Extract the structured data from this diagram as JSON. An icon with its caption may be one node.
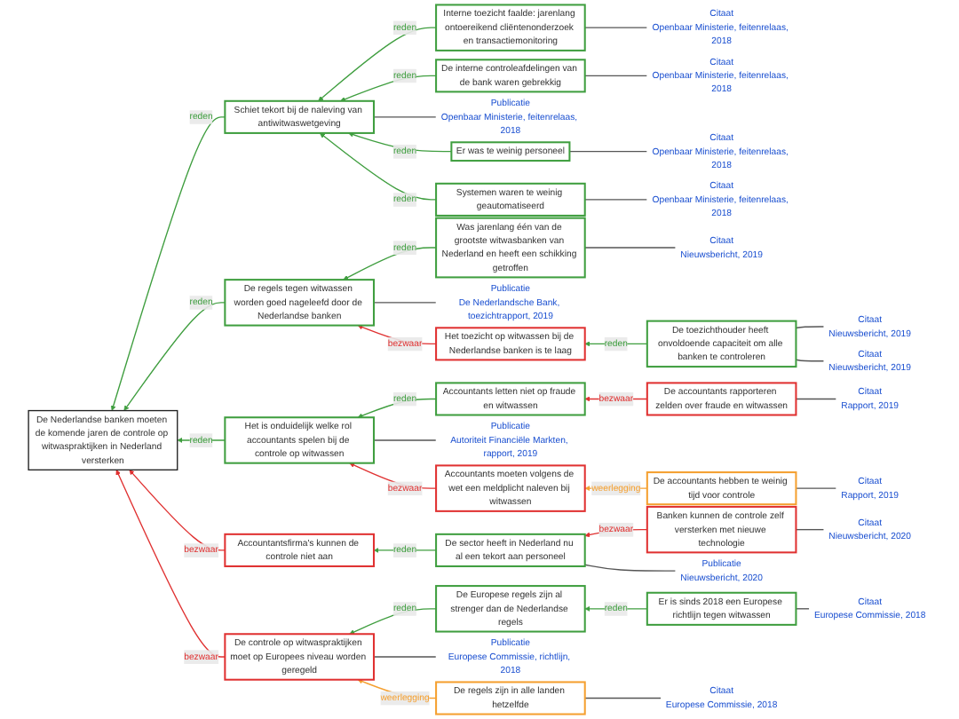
{
  "diagram": {
    "nodes": [
      {
        "text": [
          "De Nederlandse banken moeten de komende jaren de controle op witwaspraktijken in Nederland versterken"
        ]
      },
      {
        "text": [
          "Schiet tekort bij de naleving van antiwitwaswetgeving"
        ]
      },
      {
        "text": [
          "Interne toezicht faalde: jarenlang ontoereikend cliëntenonderzoek en transactiemonitoring"
        ]
      },
      {
        "text": [
          "De interne controleafdelingen van de bank waren gebrekkig"
        ]
      },
      {
        "text": [
          "Publicatie",
          "Openbaar Ministerie, feitenrelaas, 2018"
        ]
      },
      {
        "text": [
          "Er was te weinig personeel"
        ]
      },
      {
        "text": [
          "Systemen waren te weinig geautomatiseerd"
        ]
      },
      {
        "text": [
          "Citaat",
          "Openbaar Ministerie, feitenrelaas, 2018"
        ]
      },
      {
        "text": [
          "Citaat",
          "Openbaar Ministerie, feitenrelaas, 2018"
        ]
      },
      {
        "text": [
          "Citaat",
          "Openbaar Ministerie, feitenrelaas, 2018"
        ]
      },
      {
        "text": [
          "Citaat",
          "Openbaar Ministerie, feitenrelaas, 2018"
        ]
      },
      {
        "text": [
          "De regels tegen witwassen worden goed nageleefd door de Nederlandse banken"
        ]
      },
      {
        "text": [
          "Was jarenlang één van de grootste witwasbanken van Nederland en heeft een schikking getroffen"
        ]
      },
      {
        "text": [
          "Publicatie",
          "De Nederlandsche Bank, toezichtrapport, 2019"
        ]
      },
      {
        "text": [
          "Het toezicht op witwassen bij de Nederlandse banken is te laag"
        ]
      },
      {
        "text": [
          "Citaat",
          "Nieuwsbericht, 2019"
        ]
      },
      {
        "text": [
          "De toezichthouder heeft onvoldoende capaciteit om alle banken te controleren"
        ]
      },
      {
        "text": [
          "Citaat",
          "Nieuwsbericht, 2019"
        ]
      },
      {
        "text": [
          "Citaat",
          "Nieuwsbericht, 2019"
        ]
      },
      {
        "text": [
          "Het is onduidelijk welke rol accountants spelen bij de controle op witwassen"
        ]
      },
      {
        "text": [
          "Accountants letten niet op fraude en witwassen"
        ]
      },
      {
        "text": [
          "Publicatie",
          "Autoriteit Financiële Markten, rapport, 2019"
        ]
      },
      {
        "text": [
          "Accountants moeten volgens de wet een meldplicht naleven bij witwassen"
        ]
      },
      {
        "text": [
          "De accountants rapporteren zelden over fraude en witwassen"
        ]
      },
      {
        "text": [
          "De accountants hebben te weinig tijd voor controle"
        ]
      },
      {
        "text": [
          "Citaat",
          "Rapport, 2019"
        ]
      },
      {
        "text": [
          "Citaat",
          "Rapport, 2019"
        ]
      },
      {
        "text": [
          "Accountantsfirma's kunnen de controle niet aan"
        ]
      },
      {
        "text": [
          "De sector heeft in Nederland nu al een tekort aan personeel"
        ]
      },
      {
        "text": [
          "Banken kunnen de controle zelf versterken met nieuwe technologie"
        ]
      },
      {
        "text": [
          "Publicatie",
          "Nieuwsbericht, 2020"
        ]
      },
      {
        "text": [
          "Citaat",
          "Nieuwsbericht, 2020"
        ]
      },
      {
        "text": [
          "De controle op witwaspraktijken moet op Europees niveau worden geregeld"
        ]
      },
      {
        "text": [
          "De Europese regels zijn al strenger dan de Nederlandse regels"
        ]
      },
      {
        "text": [
          "Publicatie",
          "Europese Commissie, richtlijn, 2018"
        ]
      },
      {
        "text": [
          "De regels zijn in alle landen hetzelfde"
        ]
      },
      {
        "text": [
          "Er is sinds 2018 een Europese richtlijn tegen witwassen"
        ]
      },
      {
        "text": [
          "Citaat",
          "Europese Commissie, 2018"
        ]
      },
      {
        "text": [
          "Citaat",
          "Europese Commissie, 2018"
        ]
      }
    ],
    "edges": [
      {
        "from": 1,
        "to": 0,
        "arrow": "to",
        "label": "reden",
        "color": "#3f9e3f"
      },
      {
        "from": 2,
        "to": 1,
        "arrow": "to",
        "label": "reden",
        "color": "#3f9e3f"
      },
      {
        "from": 3,
        "to": 1,
        "arrow": "to",
        "label": "reden",
        "color": "#3f9e3f"
      },
      {
        "from": 4,
        "to": 1,
        "arrow": "none"
      },
      {
        "from": 5,
        "to": 1,
        "arrow": "to",
        "label": "reden",
        "color": "#3f9e3f"
      },
      {
        "from": 6,
        "to": 1,
        "arrow": "to",
        "label": "reden",
        "color": "#3f9e3f"
      },
      {
        "from": 7,
        "to": 2,
        "arrow": "none"
      },
      {
        "from": 8,
        "to": 3,
        "arrow": "none"
      },
      {
        "from": 9,
        "to": 5,
        "arrow": "none"
      },
      {
        "from": 10,
        "to": 6,
        "arrow": "none"
      },
      {
        "from": 11,
        "to": 0,
        "arrow": "to",
        "label": "reden",
        "color": "#3f9e3f"
      },
      {
        "from": 12,
        "to": 11,
        "arrow": "to",
        "label": "reden",
        "color": "#3f9e3f"
      },
      {
        "from": 13,
        "to": 11,
        "arrow": "none"
      },
      {
        "from": 14,
        "to": 11,
        "arrow": "to",
        "label": "bezwaar",
        "color": "#e03131"
      },
      {
        "from": 15,
        "to": 12,
        "arrow": "none"
      },
      {
        "from": 16,
        "to": 14,
        "arrow": "to",
        "label": "reden",
        "color": "#3f9e3f"
      },
      {
        "from": 17,
        "to": 16,
        "arrow": "none"
      },
      {
        "from": 18,
        "to": 16,
        "arrow": "none"
      },
      {
        "from": 19,
        "to": 0,
        "arrow": "to",
        "label": "reden",
        "color": "#3f9e3f"
      },
      {
        "from": 20,
        "to": 19,
        "arrow": "to",
        "label": "reden",
        "color": "#3f9e3f"
      },
      {
        "from": 21,
        "to": 19,
        "arrow": "none"
      },
      {
        "from": 22,
        "to": 19,
        "arrow": "to",
        "label": "bezwaar",
        "color": "#e03131"
      },
      {
        "from": 23,
        "to": 20,
        "arrow": "to",
        "label": "bezwaar",
        "color": "#e03131"
      },
      {
        "from": 24,
        "to": 22,
        "arrow": "to",
        "label": "weerlegging",
        "color": "#f5a030"
      },
      {
        "from": 25,
        "to": 23,
        "arrow": "none"
      },
      {
        "from": 26,
        "to": 24,
        "arrow": "none"
      },
      {
        "from": 27,
        "to": 0,
        "arrow": "to",
        "label": "bezwaar",
        "color": "#e03131"
      },
      {
        "from": 28,
        "to": 27,
        "arrow": "to",
        "label": "reden",
        "color": "#3f9e3f"
      },
      {
        "from": 29,
        "to": 28,
        "arrow": "to",
        "label": "bezwaar",
        "color": "#e03131"
      },
      {
        "from": 30,
        "to": 28,
        "arrow": "none"
      },
      {
        "from": 31,
        "to": 29,
        "arrow": "none"
      },
      {
        "from": 32,
        "to": 0,
        "arrow": "to",
        "label": "bezwaar",
        "color": "#e03131"
      },
      {
        "from": 33,
        "to": 32,
        "arrow": "to",
        "label": "reden",
        "color": "#3f9e3f"
      },
      {
        "from": 34,
        "to": 32,
        "arrow": "none"
      },
      {
        "from": 35,
        "to": 32,
        "arrow": "to",
        "label": "weerlegging",
        "color": "#f5a030"
      },
      {
        "from": 36,
        "to": 33,
        "arrow": "to",
        "label": "reden",
        "color": "#3f9e3f"
      },
      {
        "from": 37,
        "to": 35,
        "arrow": "none"
      },
      {
        "from": 38,
        "to": 36,
        "arrow": "none"
      }
    ]
  }
}
